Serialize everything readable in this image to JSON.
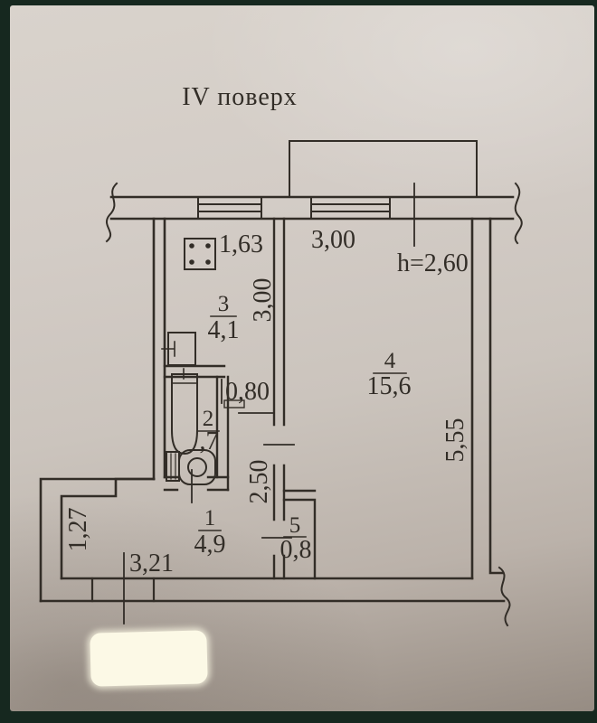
{
  "title": "IV поверх",
  "colors": {
    "paper": "#cec7c0",
    "ink": "#322d27",
    "photo_background": "#16281f",
    "redaction": "#fcf9e6"
  },
  "rooms": {
    "hall": {
      "number": "1",
      "area": "4,9"
    },
    "bath": {
      "number": "2",
      "area": ",7"
    },
    "kitchen": {
      "number": "3",
      "area": "4,1"
    },
    "living": {
      "number": "4",
      "area": "15,6"
    },
    "closet": {
      "number": "5",
      "area": "0,8"
    }
  },
  "dims": {
    "kitchen_width": "1,63",
    "kitchen_depth": "3,00",
    "living_width": "3,00",
    "ceiling_height": "h=2,60",
    "living_depth": "5,55",
    "door_width": "0,80",
    "corridor_length": "2,50",
    "hall_depth": "1,27",
    "hall_width": "3,21"
  }
}
